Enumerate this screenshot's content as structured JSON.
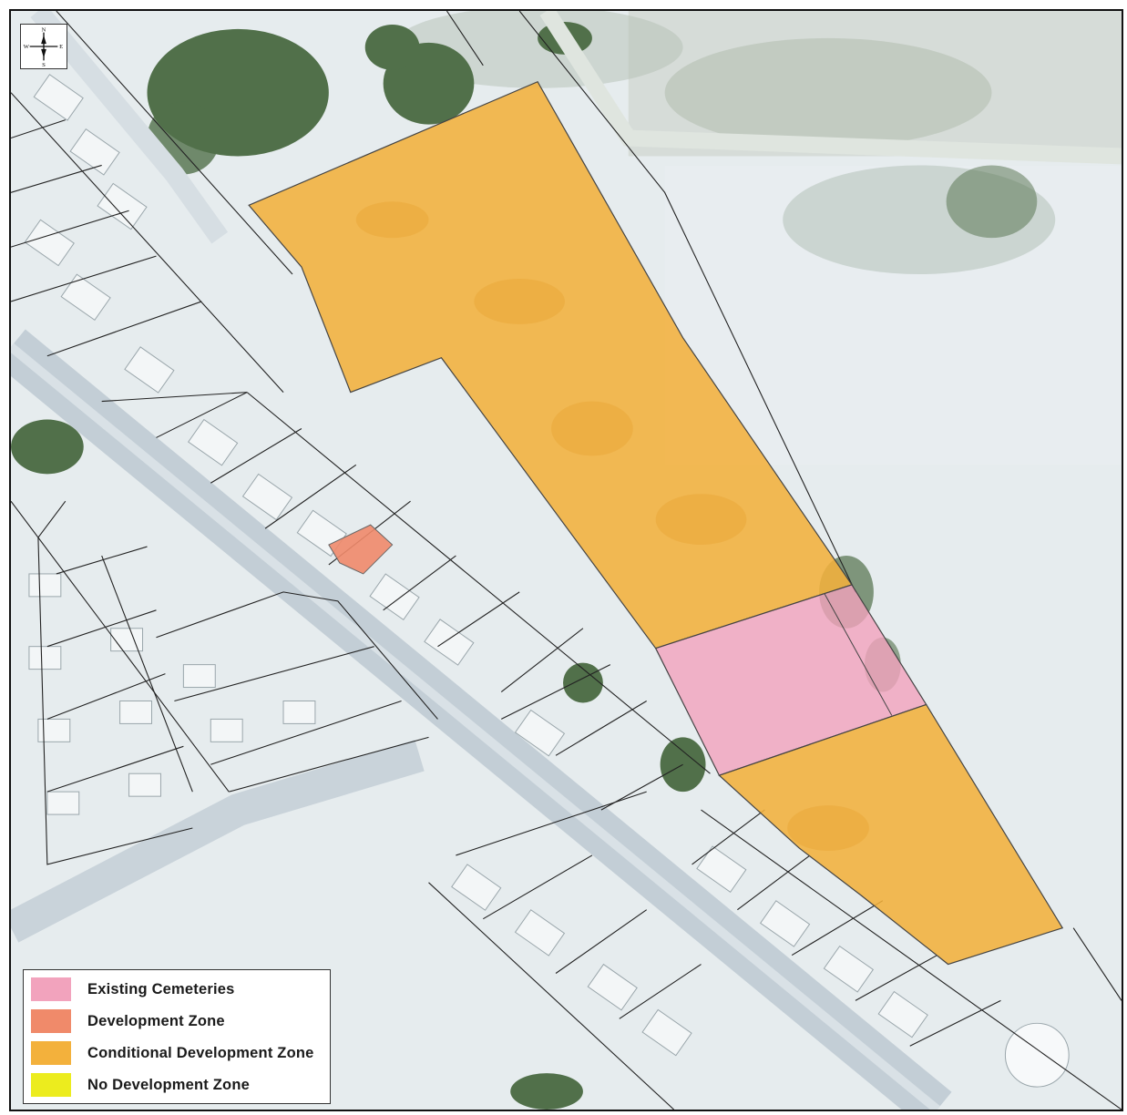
{
  "compass": {
    "north": "N",
    "south": "S",
    "east": "E",
    "west": "W"
  },
  "legend": {
    "items": [
      {
        "label": "Existing Cemeteries",
        "color": "#f2a3bd"
      },
      {
        "label": "Development Zone",
        "color": "#f08a6a"
      },
      {
        "label": "Conditional Development Zone",
        "color": "#f3b13c"
      },
      {
        "label": "No Development Zone",
        "color": "#ecec1e"
      }
    ]
  },
  "colors": {
    "aerial_ground": "#e6ecee",
    "road": "#c3ced6",
    "parcel_line": "#222222",
    "vegetation": "#51704a",
    "conditional_zone": "#f3b13c",
    "cemetery_zone": "#f2a3bd",
    "development_zone": "#f08a6a"
  }
}
